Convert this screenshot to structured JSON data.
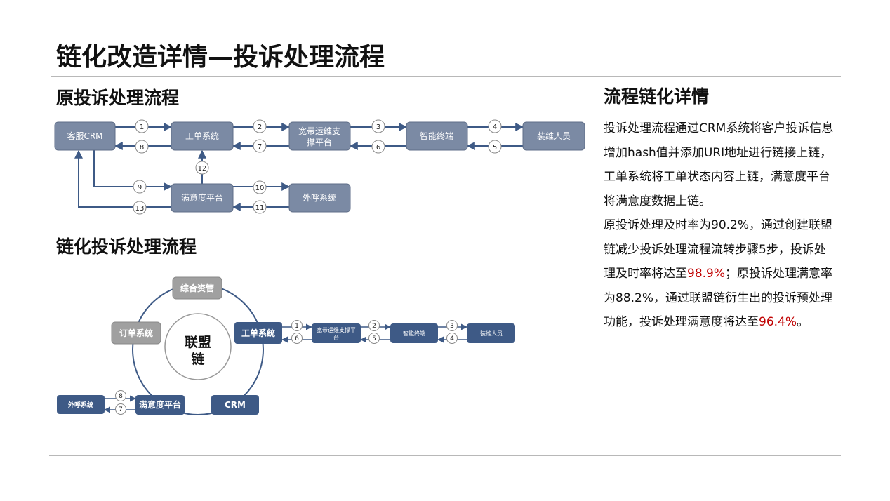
{
  "page": {
    "title": "链化改造详情—投诉处理流程"
  },
  "original_flow": {
    "heading": "原投诉处理流程",
    "nodes": {
      "crm": "客服CRM",
      "work_order": "工单系统",
      "broadband_line1": "宽带运维支",
      "broadband_line2": "撑平台",
      "terminal": "智能终端",
      "installer": "装维人员",
      "satisfaction": "满意度平台",
      "outbound": "外呼系统"
    },
    "step_labels": [
      "1",
      "2",
      "3",
      "4",
      "5",
      "6",
      "7",
      "8",
      "9",
      "10",
      "11",
      "12",
      "13"
    ]
  },
  "chained_flow": {
    "heading": "链化投诉处理流程",
    "center_line1": "联盟",
    "center_line2": "链",
    "nodes": {
      "asset": "综合资管",
      "order": "订单系统",
      "work_order": "工单系统",
      "crm": "CRM",
      "satisfaction": "满意度平台",
      "outbound": "外呼系统",
      "broadband_line1": "宽带运维支撑平",
      "broadband_line2": "台",
      "terminal": "智能终端",
      "installer": "装维人员"
    },
    "step_labels": [
      "1",
      "2",
      "3",
      "4",
      "5",
      "6",
      "7",
      "8"
    ]
  },
  "details": {
    "heading": "流程链化详情",
    "p1": "投诉处理流程通过CRM系统将客户投诉信息增加hash值并添加URI地址进行链接上链，工单系统将工单状态内容上链，满意度平台将满意度数据上链。",
    "p2_a": "原投诉处理及时率为90.2%，通过创建联盟链减少投诉处理流程流转步骤5步，投诉处理及时率将达至",
    "p2_hl1": "98.9%",
    "p2_b": "；原投诉处理满意率为88.2%，通过联盟链衍生出的投诉预处理功能，投诉处理满意度将达至",
    "p2_hl2": "96.4%",
    "p2_c": "。",
    "highlight_color": "#c00000"
  },
  "colors": {
    "node_fill": "#7b8aa4",
    "node_dark": "#3e5a86",
    "node_gray": "#a0a0a0",
    "arrow": "#3e5a86",
    "circle": "#3e5a86"
  }
}
